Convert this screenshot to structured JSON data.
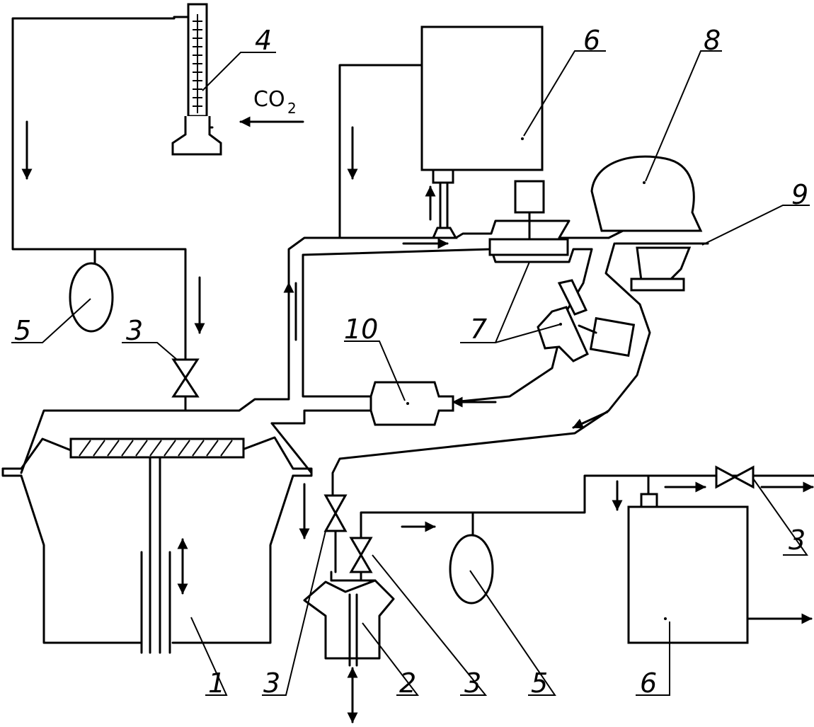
{
  "labels": {
    "bellows_chamber": "1",
    "small_bellows": "2",
    "valve": "3",
    "flowmeter": "4",
    "reservoir_bag": "5",
    "analyzer": "6",
    "sensor": "7",
    "head": "8",
    "circuit_connector": "9",
    "absorber": "10"
  },
  "gas_inlet": {
    "formula": "CO",
    "subscript": "2"
  }
}
